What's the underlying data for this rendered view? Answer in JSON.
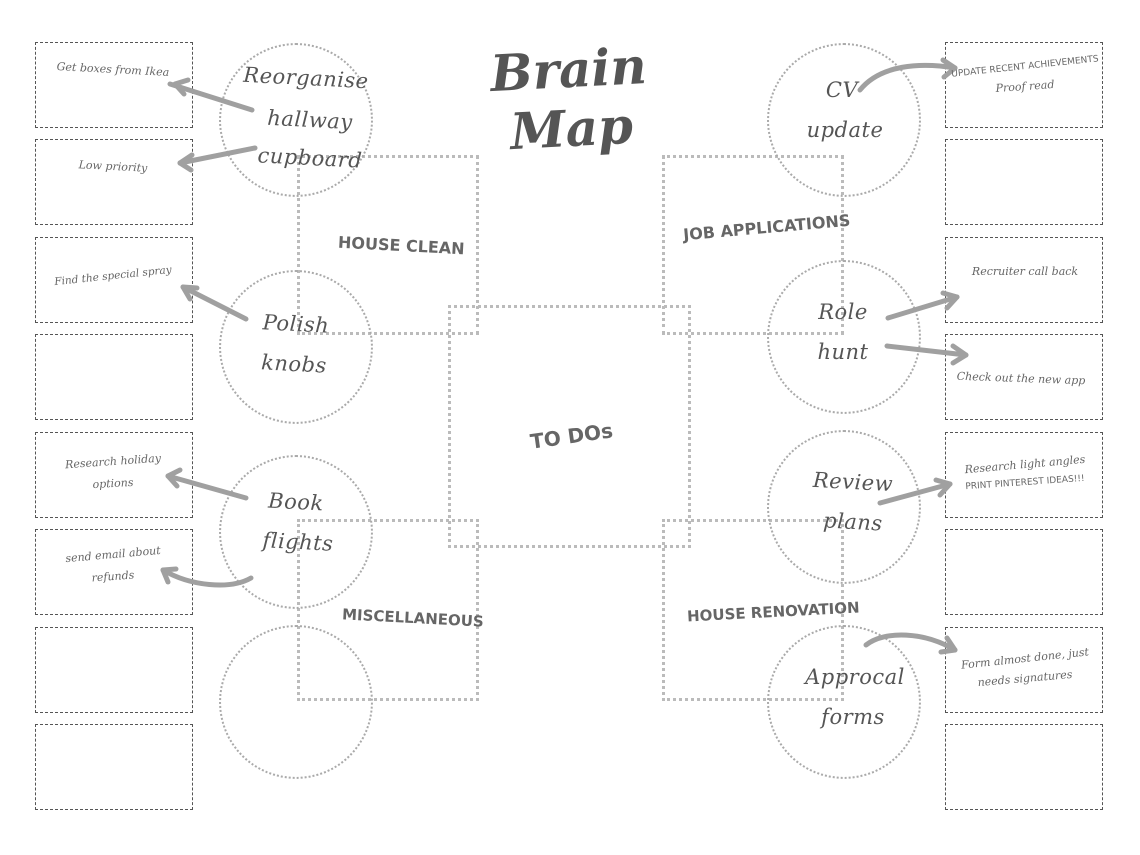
{
  "title": "Brain Map",
  "center": "TO DOs",
  "categories": {
    "house_clean": "HOUSE CLEAN",
    "job_applications": "JOB APPLICATIONS",
    "miscellaneous": "MISCELLANEOUS",
    "house_renovation": "HOUSE RENOVATION"
  },
  "tasks": {
    "reorganise": [
      "Reorganise",
      "hallway",
      "cupboard"
    ],
    "polish": [
      "Polish",
      "knobs"
    ],
    "book": [
      "Book",
      "flights"
    ],
    "cv": [
      "CV",
      "update"
    ],
    "role": [
      "Role",
      "hunt"
    ],
    "review": [
      "Review",
      "plans"
    ],
    "approcal": [
      "Approcal",
      "forms"
    ]
  },
  "notes_left": {
    "box1": "Get boxes from Ikea",
    "box2": "Low priority",
    "box3": "Find the special spray",
    "box5": [
      "Research holiday",
      "options"
    ],
    "box6": [
      "send email about",
      "refunds"
    ]
  },
  "notes_right": {
    "box1": [
      "UPDATE RECENT ACHIEVEMENTS",
      "Proof read"
    ],
    "box3": "Recruiter call back",
    "box4": "Check out the new app",
    "box5": [
      "Research light angles",
      "PRINT PINTEREST IDEAS!!!"
    ],
    "box7": [
      "Form almost done, just",
      "needs signatures"
    ]
  },
  "colors": {
    "line": "#aaaaaa",
    "text": "#555555",
    "arrow": "#a0a0a0",
    "box_border": "#555555"
  }
}
